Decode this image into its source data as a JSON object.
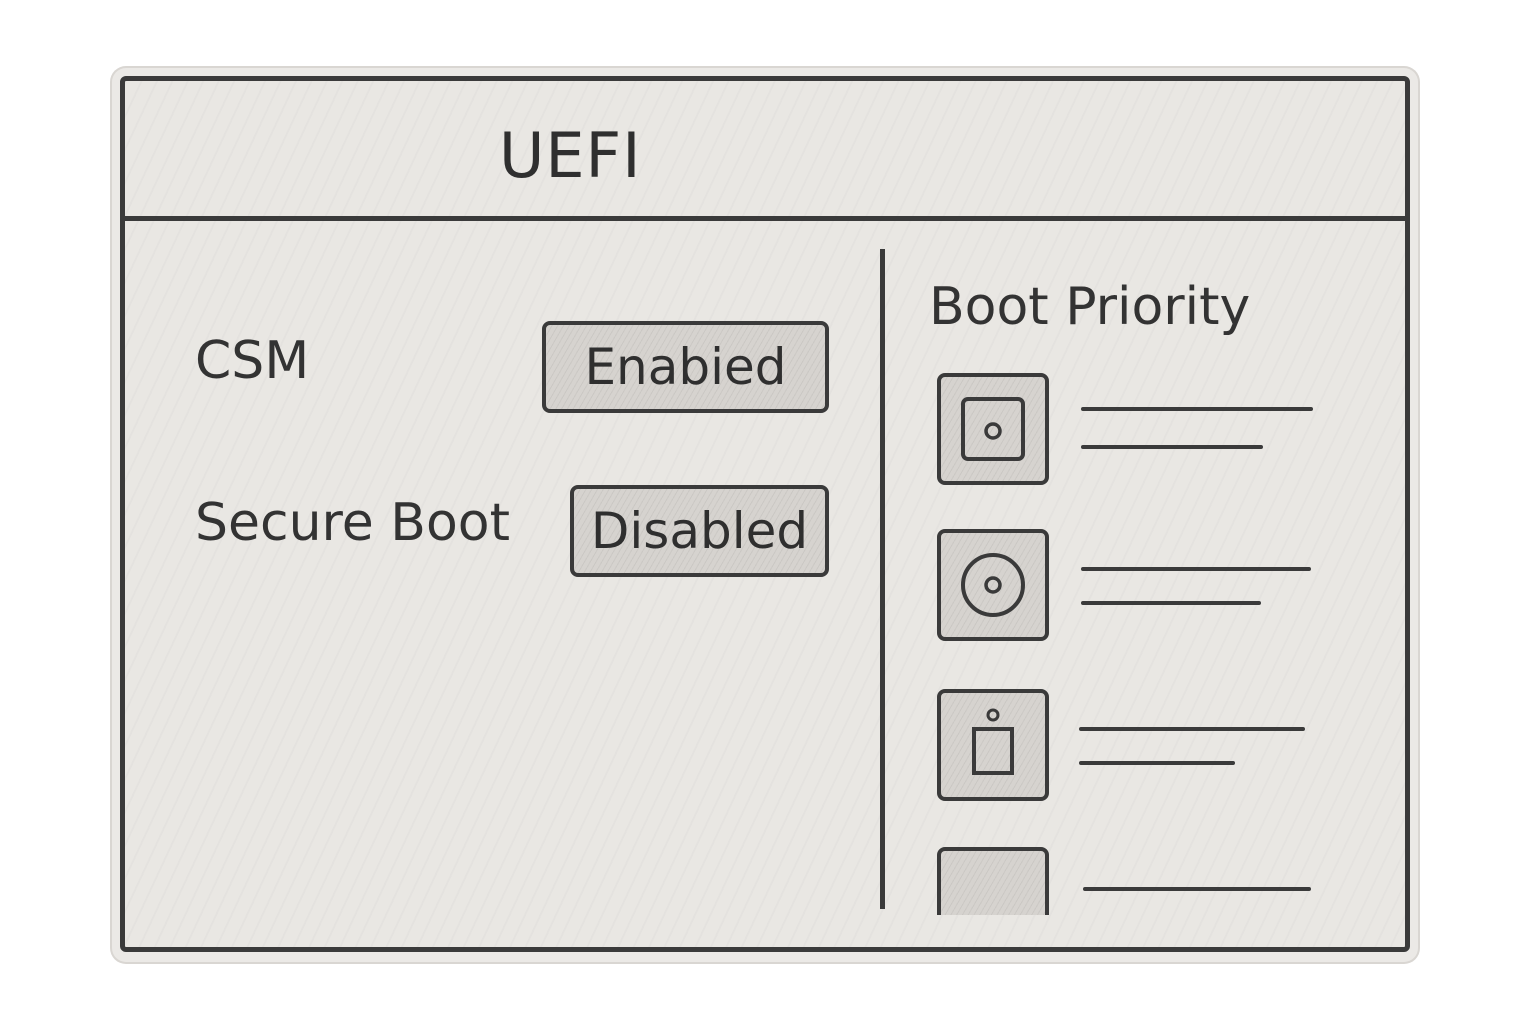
{
  "window": {
    "title": "UEFI"
  },
  "settings": [
    {
      "label": "CSM",
      "value": "Enabied"
    },
    {
      "label": "Secure Boot",
      "value": "Disabled"
    }
  ],
  "boot_priority": {
    "title": "Boot Priority",
    "items": [
      {
        "icon": "drive-icon"
      },
      {
        "icon": "optical-disc-icon"
      },
      {
        "icon": "usb-drive-icon"
      },
      {
        "icon": "device-icon"
      }
    ]
  },
  "colors": {
    "panel": "#e9e7e3",
    "border": "#3a3a3a",
    "control": "#d6d3cf",
    "text": "#333333"
  }
}
